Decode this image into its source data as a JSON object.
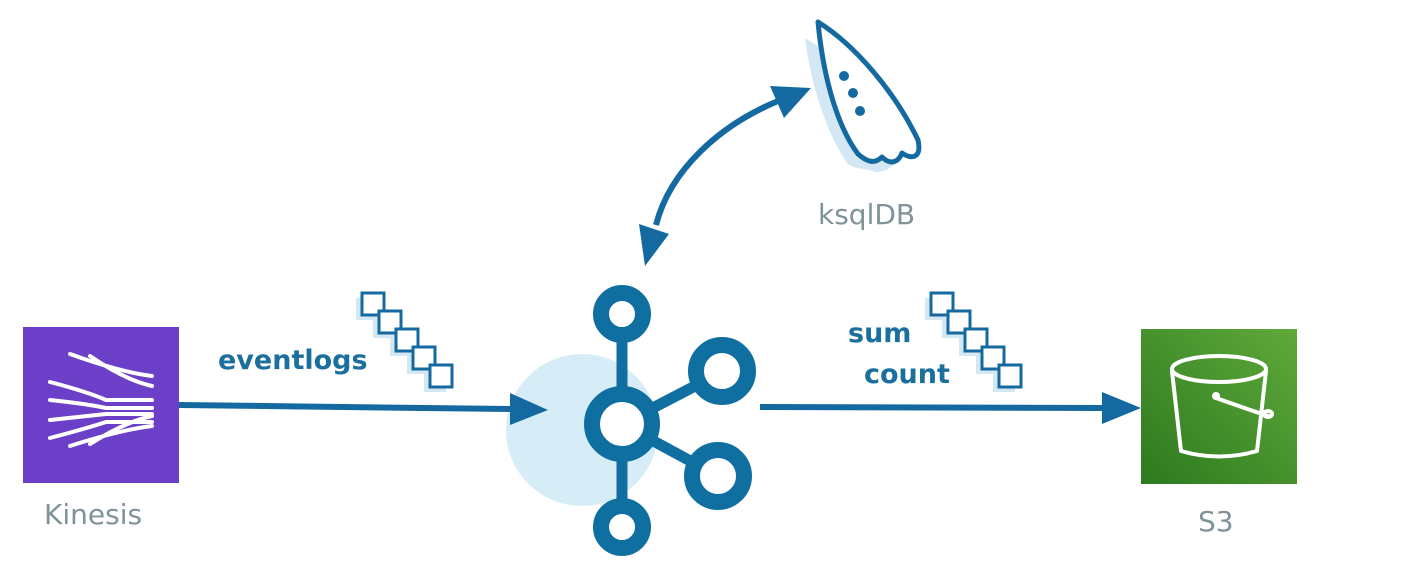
{
  "source": {
    "label": "Kinesis",
    "color": "#6b3fc8"
  },
  "sink": {
    "label": "S3",
    "color": "#3f8b2c"
  },
  "processor": {
    "label": "ksqlDB"
  },
  "broker": {
    "color": "#0f6fa0",
    "halo_color": "#d6edf7"
  },
  "input_topic": {
    "label": "eventlogs"
  },
  "output_topic": {
    "labels": [
      "sum",
      "count"
    ]
  },
  "icons": {
    "source": "kinesis-streams-icon",
    "broker": "kafka-icon",
    "processor": "ksqldb-boat-icon",
    "sink": "s3-bucket-icon",
    "message": "message-stack-icon"
  }
}
